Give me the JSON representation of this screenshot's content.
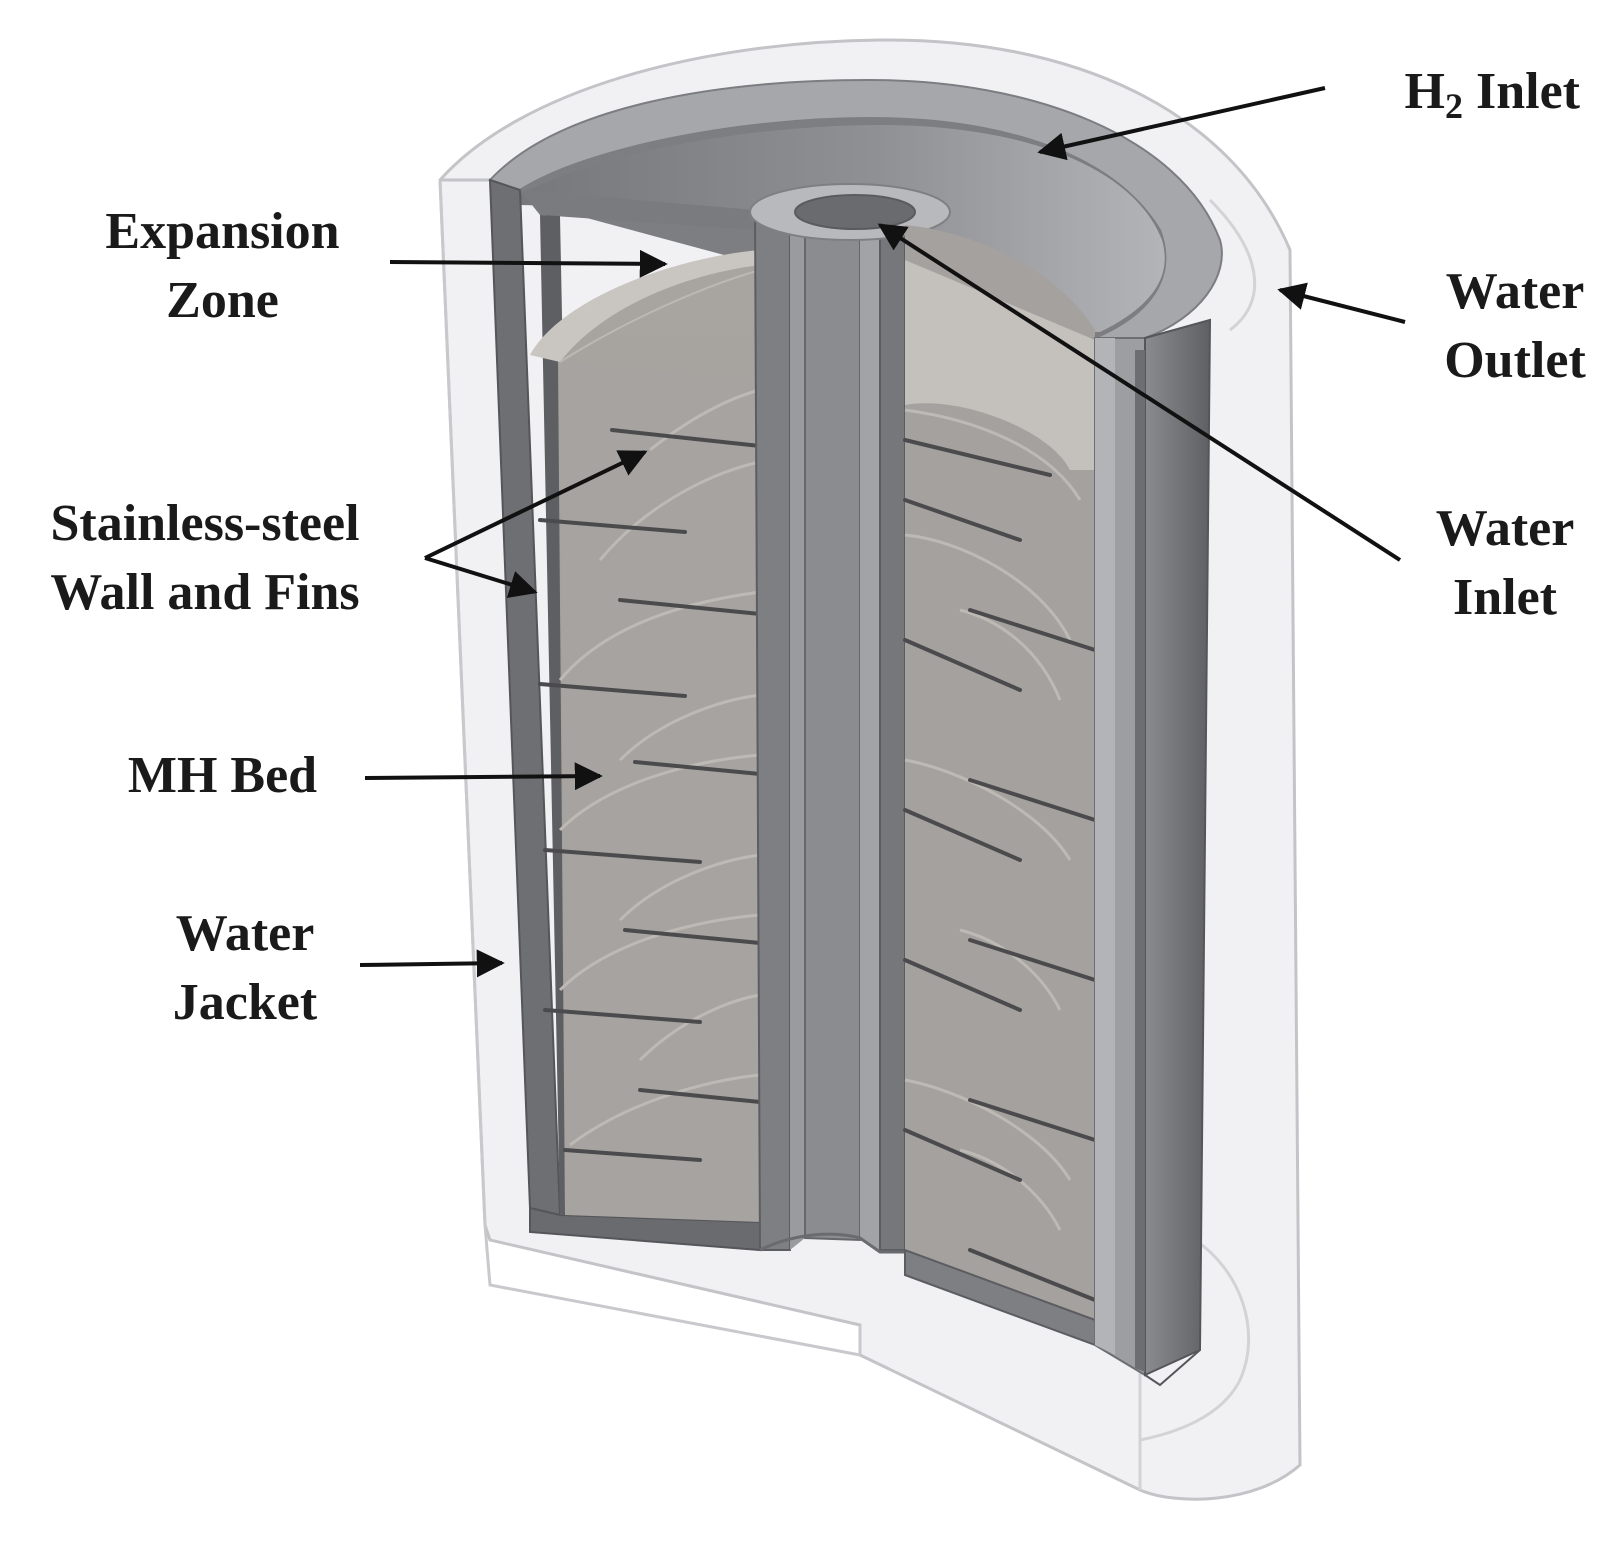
{
  "labels": {
    "h2_inlet": {
      "prefix": "H",
      "sub": "2",
      "suffix": " Inlet"
    },
    "expansion_zone": [
      "Expansion",
      "Zone"
    ],
    "water_outlet": [
      "Water",
      "Outlet"
    ],
    "stainless_steel": [
      "Stainless-steel",
      "Wall and Fins"
    ],
    "water_inlet": [
      "Water",
      "Inlet"
    ],
    "mh_bed": "MH Bed",
    "water_jacket": [
      "Water",
      "Jacket"
    ]
  },
  "colors": {
    "jacket_fill": "#f1f1f3",
    "jacket_stroke": "#c4c4c8",
    "steel_dark": "#6e6f73",
    "steel_mid": "#8c8d91",
    "steel_light": "#b8b9bd",
    "bed_fill": "#aaa6a2",
    "bed_light": "#c9c5c1",
    "fin": "#4b4b4e",
    "arrow": "#111111"
  }
}
